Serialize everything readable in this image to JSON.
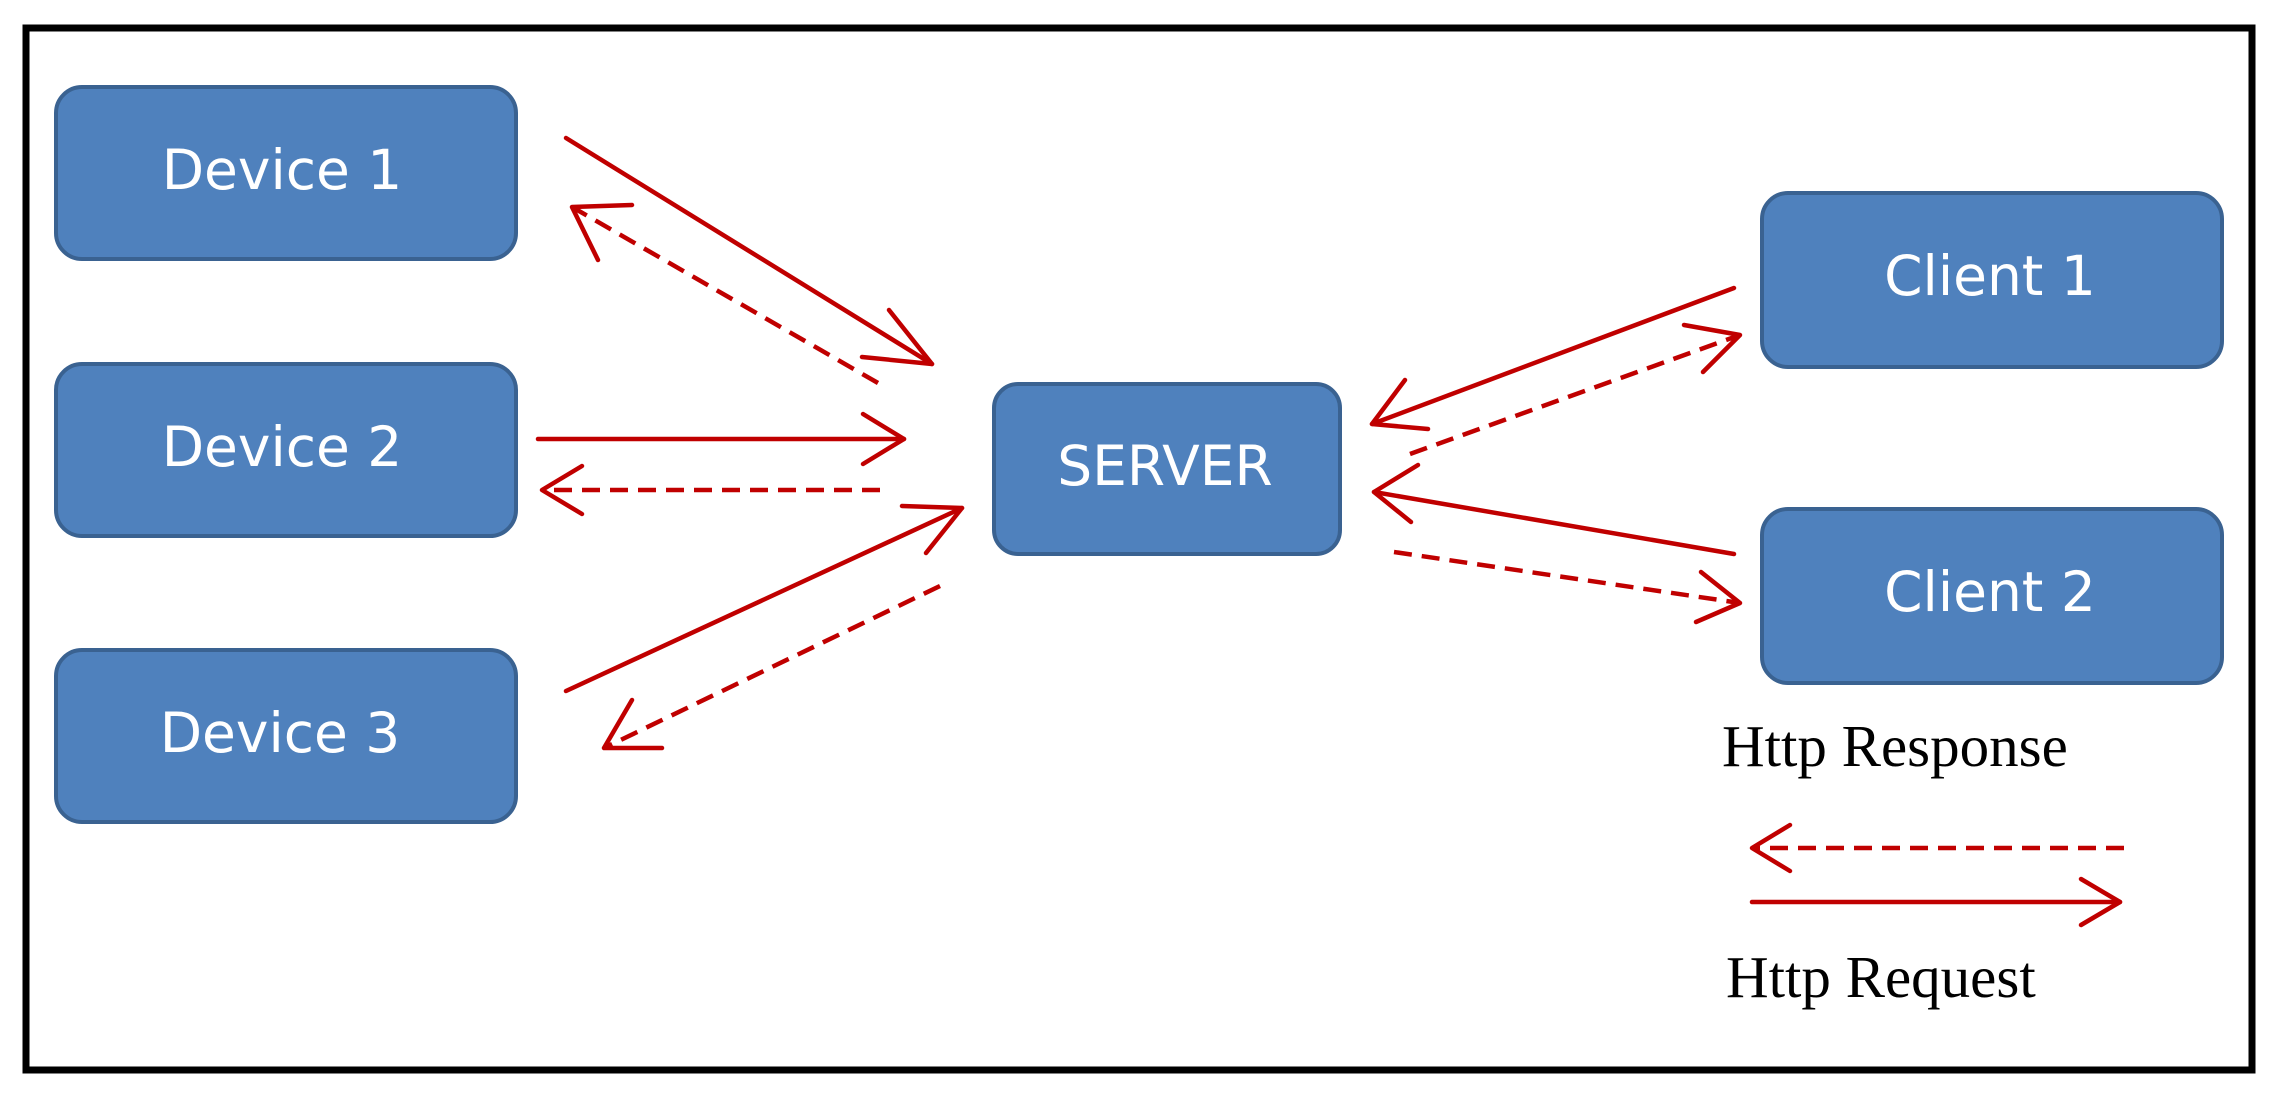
{
  "nodes": {
    "device1": {
      "label": "Device 1"
    },
    "device2": {
      "label": "Device 2"
    },
    "device3": {
      "label": "Device 3"
    },
    "server": {
      "label": "SERVER"
    },
    "client1": {
      "label": "Client 1"
    },
    "client2": {
      "label": "Client 2"
    }
  },
  "legend": {
    "response_label": "Http Response",
    "request_label": "Http Request"
  },
  "colors": {
    "box_fill": "#4f81bd",
    "arrow": "#c00000",
    "frame": "#000000"
  },
  "edges": [
    {
      "from": "Device 1",
      "to": "SERVER",
      "kind": "request"
    },
    {
      "from": "SERVER",
      "to": "Device 1",
      "kind": "response"
    },
    {
      "from": "Device 2",
      "to": "SERVER",
      "kind": "request"
    },
    {
      "from": "SERVER",
      "to": "Device 2",
      "kind": "response"
    },
    {
      "from": "Device 3",
      "to": "SERVER",
      "kind": "request"
    },
    {
      "from": "SERVER",
      "to": "Device 3",
      "kind": "response"
    },
    {
      "from": "Client 1",
      "to": "SERVER",
      "kind": "request"
    },
    {
      "from": "SERVER",
      "to": "Client 1",
      "kind": "response"
    },
    {
      "from": "Client 2",
      "to": "SERVER",
      "kind": "request"
    },
    {
      "from": "SERVER",
      "to": "Client 2",
      "kind": "response"
    }
  ]
}
